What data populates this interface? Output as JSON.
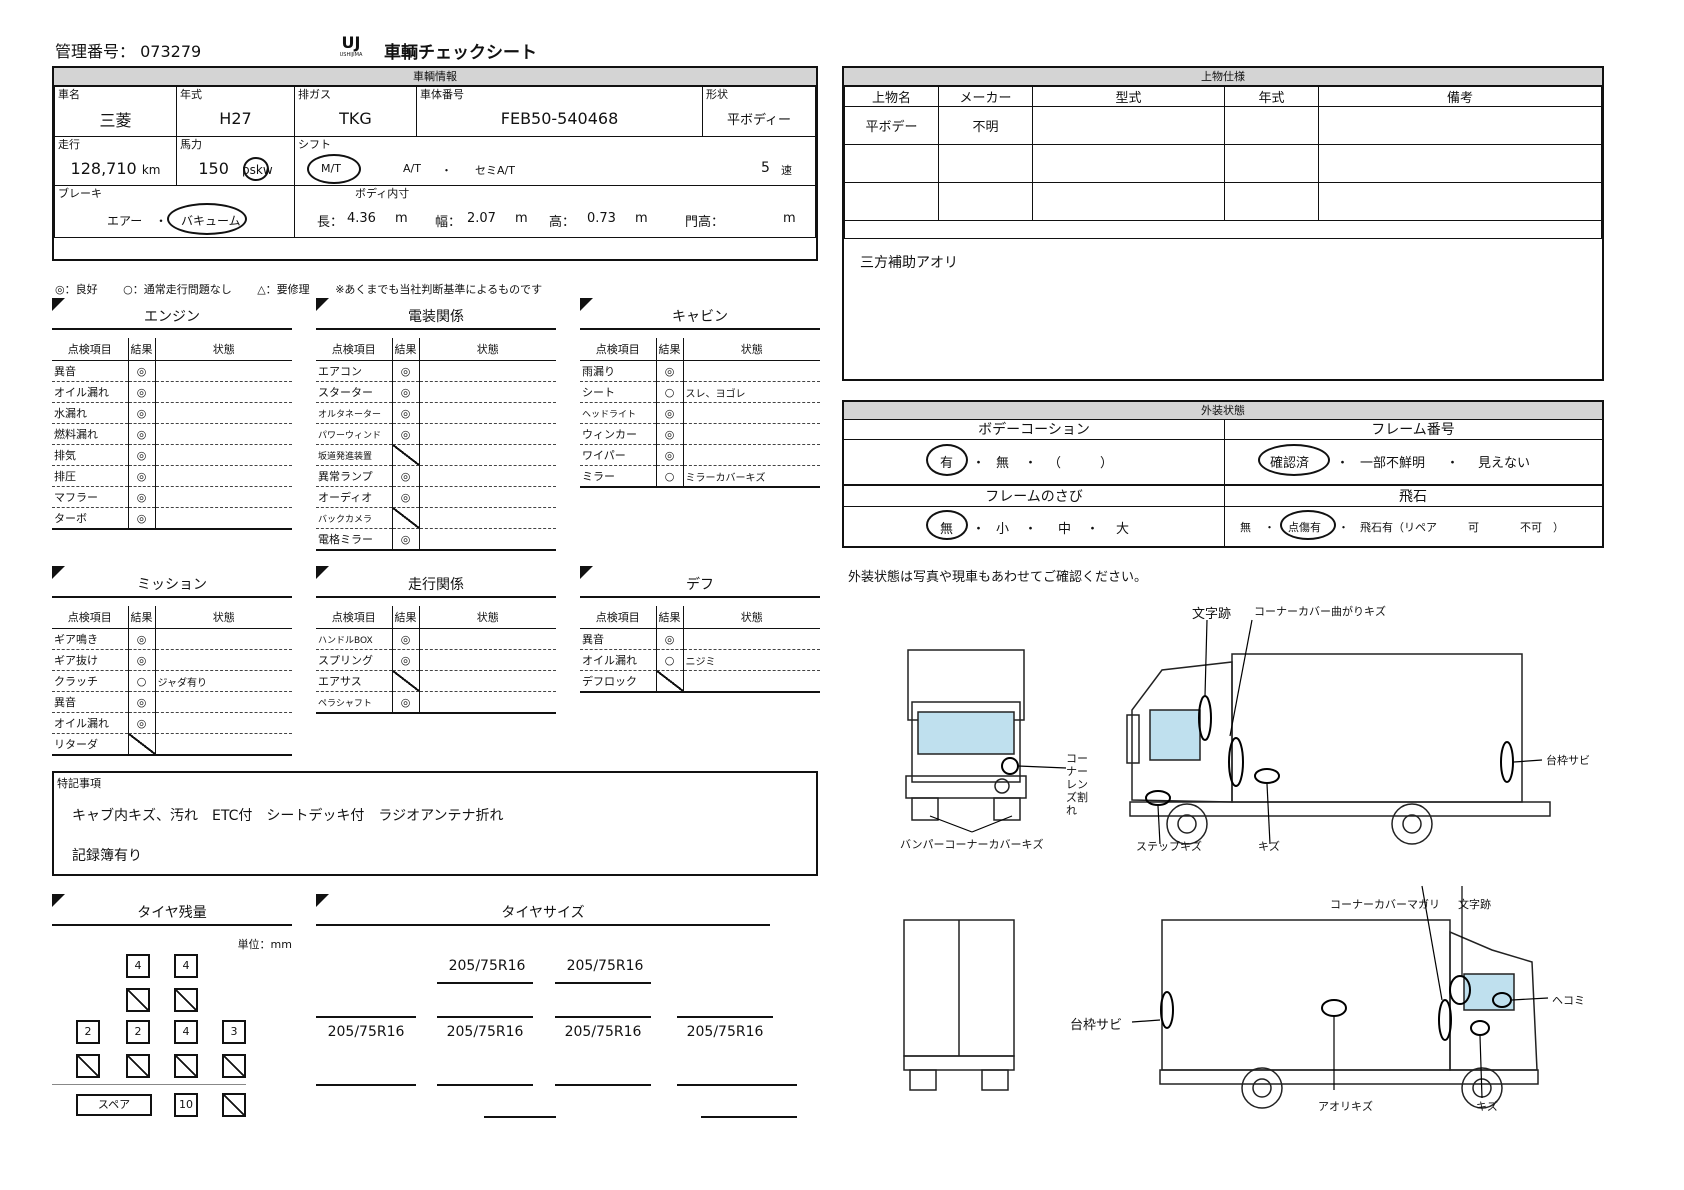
{
  "header": {
    "mgmt_label": "管理番号：",
    "mgmt_no": "073279",
    "logo_text": "USHIJIMA",
    "title": "車輌チェックシート"
  },
  "vehicle": {
    "section": "車輌情報",
    "maker_label": "車名",
    "maker": "三菱",
    "year_label": "年式",
    "year": "H27",
    "emission_label": "排ガス",
    "emission": "TKG",
    "chassis_label": "車体番号",
    "chassis": "FEB50-540468",
    "shape_label": "形状",
    "shape": "平ボディー",
    "mileage_label": "走行",
    "mileage": "128,710",
    "mileage_unit": "km",
    "power_label": "馬力",
    "power": "150",
    "ps": "ps",
    "kw": "kw",
    "shift_label": "シフト",
    "mt": "M/T",
    "at": "A/T",
    "semi": "セミA/T",
    "gears": "5",
    "gears_unit": "速",
    "brake_label": "ブレーキ",
    "air": "エアー",
    "vacuum": "バキューム",
    "body_label": "ボディ内寸",
    "len_label": "長：",
    "len": "4.36",
    "wid_label": "幅：",
    "wid": "2.07",
    "hei_label": "高：",
    "hei": "0.73",
    "gate_label": "門高：",
    "m": "m"
  },
  "legend": {
    "good": "◎：良好",
    "ok": "○：通常走行問題なし",
    "repair": "△：要修理",
    "note": "※あくまでも当社判断基準によるものです"
  },
  "col_headers": {
    "item": "点検項目",
    "result": "結果",
    "state": "状態"
  },
  "engine": {
    "title": "エンジン",
    "rows": [
      {
        "item": "異音",
        "res": "◎",
        "state": ""
      },
      {
        "item": "オイル漏れ",
        "res": "◎",
        "state": ""
      },
      {
        "item": "水漏れ",
        "res": "◎",
        "state": ""
      },
      {
        "item": "燃料漏れ",
        "res": "◎",
        "state": ""
      },
      {
        "item": "排気",
        "res": "◎",
        "state": ""
      },
      {
        "item": "排圧",
        "res": "◎",
        "state": ""
      },
      {
        "item": "マフラー",
        "res": "◎",
        "state": ""
      },
      {
        "item": "ターボ",
        "res": "◎",
        "state": ""
      }
    ]
  },
  "electric": {
    "title": "電装関係",
    "rows": [
      {
        "item": "エアコン",
        "res": "◎",
        "state": ""
      },
      {
        "item": "スターター",
        "res": "◎",
        "state": ""
      },
      {
        "item": "オルタネーター",
        "res": "◎",
        "state": ""
      },
      {
        "item": "パワーウィンド",
        "res": "◎",
        "state": ""
      },
      {
        "item": "坂道発進装置",
        "res": "/",
        "state": ""
      },
      {
        "item": "異常ランプ",
        "res": "◎",
        "state": ""
      },
      {
        "item": "オーディオ",
        "res": "◎",
        "state": ""
      },
      {
        "item": "バックカメラ",
        "res": "/",
        "state": ""
      },
      {
        "item": "電格ミラー",
        "res": "◎",
        "state": ""
      }
    ]
  },
  "cabin": {
    "title": "キャビン",
    "rows": [
      {
        "item": "雨漏り",
        "res": "◎",
        "state": ""
      },
      {
        "item": "シート",
        "res": "○",
        "state": "スレ、ヨゴレ"
      },
      {
        "item": "ヘッドライト",
        "res": "◎",
        "state": ""
      },
      {
        "item": "ウィンカー",
        "res": "◎",
        "state": ""
      },
      {
        "item": "ワイパー",
        "res": "◎",
        "state": ""
      },
      {
        "item": "ミラー",
        "res": "○",
        "state": "ミラーカバーキズ"
      }
    ]
  },
  "mission": {
    "title": "ミッション",
    "rows": [
      {
        "item": "ギア鳴き",
        "res": "◎",
        "state": ""
      },
      {
        "item": "ギア抜け",
        "res": "◎",
        "state": ""
      },
      {
        "item": "クラッチ",
        "res": "○",
        "state": "ジャダ有り"
      },
      {
        "item": "異音",
        "res": "◎",
        "state": ""
      },
      {
        "item": "オイル漏れ",
        "res": "◎",
        "state": ""
      },
      {
        "item": "リターダ",
        "res": "/",
        "state": ""
      }
    ]
  },
  "drive": {
    "title": "走行関係",
    "rows": [
      {
        "item": "ハンドルBOX",
        "res": "◎",
        "state": ""
      },
      {
        "item": "スプリング",
        "res": "◎",
        "state": ""
      },
      {
        "item": "エアサス",
        "res": "/",
        "state": ""
      },
      {
        "item": "ペラシャフト",
        "res": "◎",
        "state": ""
      }
    ]
  },
  "diff": {
    "title": "デフ",
    "rows": [
      {
        "item": "異音",
        "res": "◎",
        "state": ""
      },
      {
        "item": "オイル漏れ",
        "res": "○",
        "state": "ニジミ"
      },
      {
        "item": "デフロック",
        "res": "/",
        "state": ""
      }
    ]
  },
  "notes": {
    "label": "特記事項",
    "line1": "キャブ内キズ、汚れ　ETC付　シートデッキ付　ラジオアンテナ折れ",
    "line2": "記録簿有り"
  },
  "tire_remain": {
    "title": "タイヤ残量",
    "unit": "単位：mm",
    "r1": [
      "4",
      "4"
    ],
    "r3": [
      "2",
      "2",
      "4",
      "3"
    ],
    "spare": "スペア",
    "spare_val": "10"
  },
  "tire_size": {
    "title": "タイヤサイズ",
    "front": [
      "205/75R16",
      "205/75R16"
    ],
    "rear": [
      "205/75R16",
      "205/75R16",
      "205/75R16",
      "205/75R16"
    ]
  },
  "upper": {
    "section": "上物仕様",
    "cols": [
      "上物名",
      "メーカー",
      "型式",
      "年式",
      "備考"
    ],
    "row1": [
      "平ボデー",
      "不明",
      "",
      "",
      ""
    ],
    "note": "三方補助アオリ"
  },
  "exterior": {
    "section": "外装状態",
    "coating": "ボデーコーション",
    "frame_no": "フレーム番号",
    "coat_yes": "有",
    "coat_no": "無",
    "coat_paren": "（　　　）",
    "fn_ok": "確認済",
    "fn_partial": "一部不鮮明",
    "fn_none": "見えない",
    "rust": "フレームのさび",
    "rust_none": "無",
    "rust_small": "小",
    "rust_mid": "中",
    "rust_large": "大",
    "stone": "飛石",
    "stone_none": "無",
    "stone_yes": "点傷有",
    "stone_chip": "飛石有（リペア",
    "stone_can": "可",
    "stone_cannot": "不可　）",
    "memo": "外装状態は写真や現車もあわせてご確認ください。"
  },
  "annotations": {
    "a1": "文字跡",
    "a2": "コーナーカバー曲がりキズ",
    "a3": "コーナーレンズ割れ",
    "a4": "台枠サビ",
    "a5": "バンパーコーナーカバーキズ",
    "a6": "ステップキズ",
    "a7": "キズ",
    "b1": "コーナーカバーマガリ",
    "b2": "文字跡",
    "b3": "ヘコミ",
    "b4": "台枠サビ",
    "b5": "アオリキズ",
    "b6": "キズ"
  }
}
